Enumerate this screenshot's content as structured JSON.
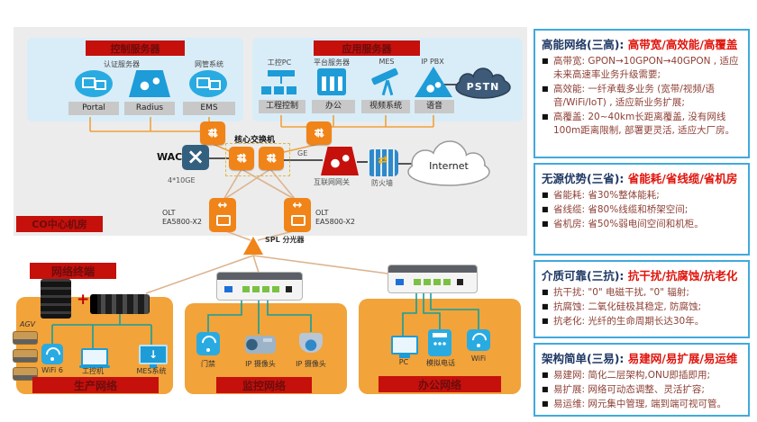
{
  "colors": {
    "banner_red": "#c5100c",
    "panel_orange": "#f2a33a",
    "device_blue": "#29abe2",
    "icon_orange": "#f08418",
    "firewall_blue": "#2f89c9",
    "gateway_red": "#c5100c",
    "title_navy": "#1f3864",
    "title_red": "#e0140c",
    "bullet_text": "#8e4036",
    "line_teal": "#12a0a0",
    "line_tan": "#dcb48e",
    "pstn_fill": "#3d5a78"
  },
  "diagram": {
    "room_label": "CO中心机房",
    "control_section": {
      "banner": "控制服务器",
      "auth_label": "认证服务器",
      "nms_label": "网管系统",
      "servers": [
        "Portal",
        "Radius",
        "EMS"
      ]
    },
    "app_section": {
      "banner": "应用服务器",
      "columns": [
        {
          "device": "工控PC",
          "app": "工程控制"
        },
        {
          "device": "平台服务器",
          "app": "办公"
        },
        {
          "device": "MES",
          "app": "视频系统"
        },
        {
          "device": "IP PBX",
          "app": "语音"
        }
      ],
      "pstn_label": "PSTN"
    },
    "core_section": {
      "wac_label": "WAC",
      "wac_ports": "4*10GE",
      "core_switch_label": "核心交换机",
      "ge_label": "GE",
      "gateway_label": "互联网网关",
      "firewall_label": "防火墙",
      "internet_label": "Internet",
      "olt_label": "OLT",
      "olt_left_model": "EA5800-X2",
      "olt_right_model": "EA5800-X2",
      "splitter_label": "SPL 分光器"
    },
    "access_section": {
      "terminals_banner": "网络终端",
      "agv_label": "AGV",
      "plus_sign": "+",
      "production": {
        "banner": "生产网络",
        "devices": [
          "WiFi 6",
          "工控机",
          "MES系统"
        ]
      },
      "surveillance": {
        "banner": "监控网络",
        "devices": [
          "门禁",
          "IP 摄像头",
          "IP 摄像头"
        ]
      },
      "office": {
        "banner": "办公网络",
        "devices": [
          "PC",
          "模拟电话",
          "WiFi"
        ]
      }
    }
  },
  "panels": [
    {
      "title_prefix": "高能网络(三高): ",
      "title_highlight": "高带宽/高效能/高覆盖",
      "bullets": [
        "高带宽: GPON→10GPON→40GPON , 适应未来高速率业务升级需要;",
        "高效能: 一纤承载多业务 (宽带/视频/语音/WiFi/IoT) , 适应新业务扩展;",
        "高覆盖: 20~40km长距离覆盖, 没有网线100m距离限制, 部署更灵活, 适应大厂房。"
      ]
    },
    {
      "title_prefix": "无源优势(三省): ",
      "title_highlight": "省能耗/省线缆/省机房",
      "bullets": [
        "省能耗:  省30%整体能耗;",
        "省线缆:  省80%线缆和桥架空间;",
        "省机房:  省50%弱电间空间和机柜。"
      ]
    },
    {
      "title_prefix": "介质可靠(三抗): ",
      "title_highlight": "抗干扰/抗腐蚀/抗老化",
      "bullets": [
        "抗干扰: \"0\" 电磁干扰, \"0\" 辐射;",
        "抗腐蚀: 二氧化硅极其稳定, 防腐蚀;",
        "抗老化: 光纤的生命周期长达30年。"
      ]
    },
    {
      "title_prefix": "架构简单(三易): ",
      "title_highlight": "易建网/易扩展/易运维",
      "bullets": [
        "易建网: 简化二层架构,ONU即插即用;",
        "易扩展: 网络可动态调整、灵活扩容;",
        "易运维: 网元集中管理, 端到端可视可管。"
      ]
    }
  ]
}
